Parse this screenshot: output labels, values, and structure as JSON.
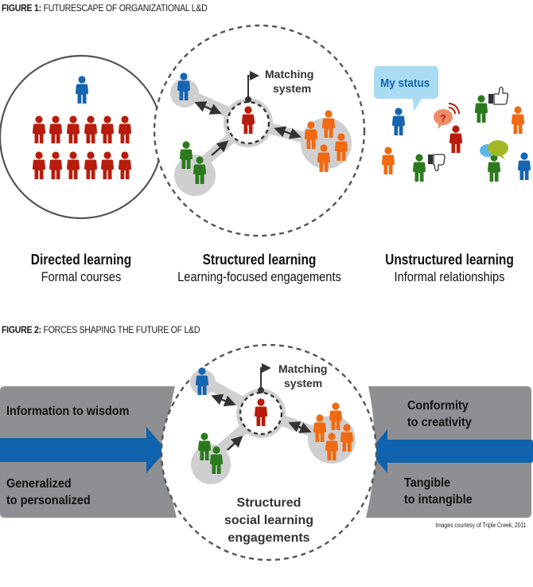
{
  "figure1": {
    "title_bold": "FIGURE 1:",
    "title_rest": " FUTURESCAPE OF ORGANIZATIONAL L&D",
    "matching_label_line1": "Matching",
    "matching_label_line2": "system",
    "status_bubble": "My status",
    "captions": [
      {
        "heading": "Directed learning",
        "sub": "Formal courses"
      },
      {
        "heading": "Structured learning",
        "sub": "Learning-focused engagements"
      },
      {
        "heading": "Unstructured learning",
        "sub": "Informal relationships"
      }
    ]
  },
  "figure2": {
    "title_bold": "FIGURE 2:",
    "title_rest": " FORCES SHAPING THE FUTURE OF L&D",
    "left_forces": [
      "Information to wisdom",
      "Generalized",
      "to personalized"
    ],
    "right_forces": [
      "Conformity",
      "to creativity",
      "Tangible",
      "to intangible"
    ],
    "matching_label_line1": "Matching",
    "matching_label_line2": "system",
    "center_caption": [
      "Structured",
      "social learning",
      "engagements"
    ],
    "credit": "Images courtesy of Triple Creek, 2011"
  },
  "colors": {
    "blue": "#1565b0",
    "red": "#b81c0c",
    "green": "#2d7a1e",
    "orange": "#ef6a10",
    "gray_band": "#8e8f92",
    "gray_node": "#cfcfd0",
    "arrow_blue": "#0f62ab",
    "bubble_blue": "#a9dcf2"
  }
}
